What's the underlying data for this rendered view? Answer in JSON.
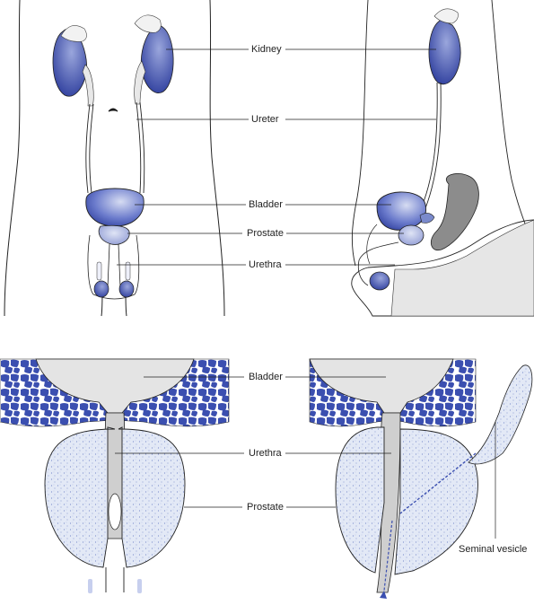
{
  "colors": {
    "organ_blue": "#2f3f9e",
    "organ_blue_light": "#9aa6dc",
    "tissue_blue": "#dde4f3",
    "tissue_dark": "#5b6fc0",
    "skin_gray": "#e6e6e6",
    "rectum_gray": "#8c8c8c",
    "outline": "#222222"
  },
  "top_labels": {
    "kidney": "Kidney",
    "ureter": "Ureter",
    "bladder": "Bladder",
    "prostate": "Prostate",
    "urethra": "Urethra"
  },
  "bottom_labels": {
    "bladder": "Bladder",
    "urethra": "Urethra",
    "prostate": "Prostate",
    "seminal_vesicle": "Seminal vesicle"
  }
}
